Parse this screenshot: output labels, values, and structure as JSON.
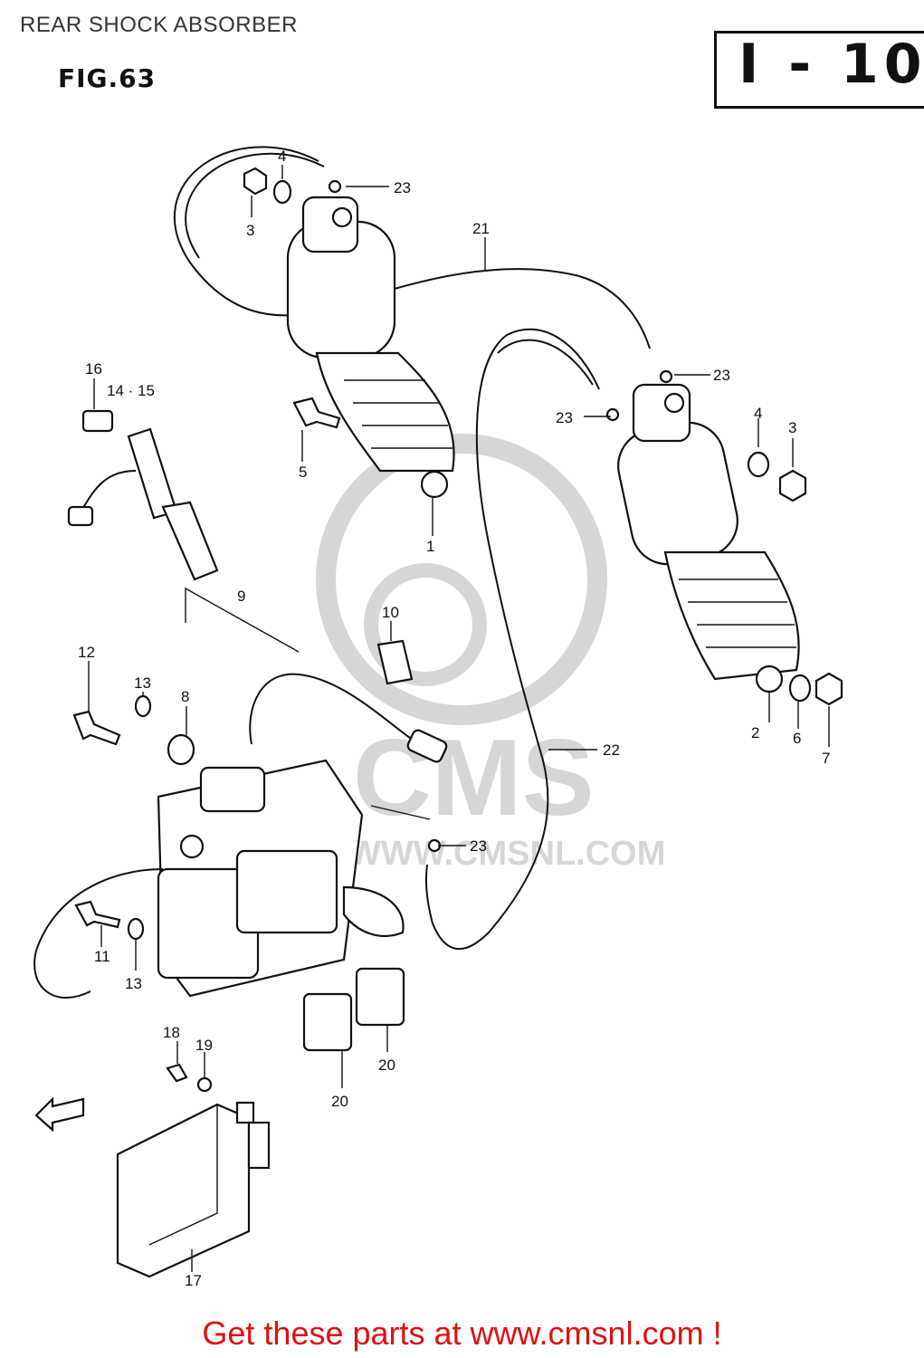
{
  "header": {
    "title": "REAR SHOCK ABSORBER",
    "figure": "FIG.63",
    "page_code": "I - 10"
  },
  "watermark": {
    "text": "CMS",
    "url": "WWW.CMSNL.COM"
  },
  "callouts": {
    "c1": "1",
    "c2": "2",
    "c3a": "3",
    "c3b": "3",
    "c4a": "4",
    "c4b": "4",
    "c5": "5",
    "c6": "6",
    "c7": "7",
    "c8": "8",
    "c9": "9",
    "c10": "10",
    "c11": "11",
    "c12": "12",
    "c13a": "13",
    "c13b": "13",
    "c14_15": "14 · 15",
    "c16": "16",
    "c17": "17",
    "c18": "18",
    "c19": "19",
    "c20a": "20",
    "c20b": "20",
    "c21": "21",
    "c22": "22",
    "c23a": "23",
    "c23b": "23",
    "c23c": "23",
    "c23d": "23"
  },
  "footer": {
    "link_text": "Get these parts at www.cmsnl.com !"
  },
  "colors": {
    "link": "#e01010",
    "ink": "#111111",
    "watermark": "#d6d6d6"
  }
}
